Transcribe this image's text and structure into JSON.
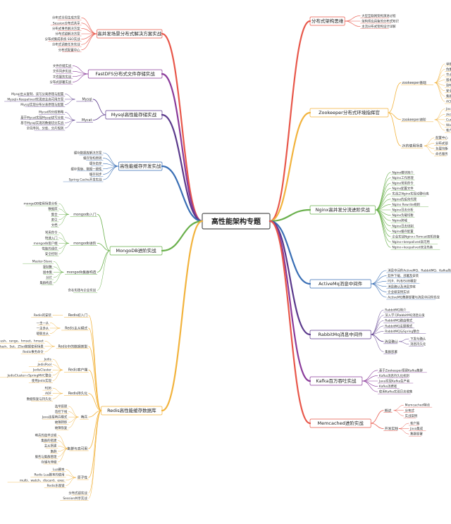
{
  "root": "高性能架构专题",
  "left": [
    {
      "label": "高并发场景分布式解决方案实战",
      "color": "#e8574a",
      "leaves": [
        "分布式全局生成方案",
        "Session分布式共享",
        "分布式事务解决方案",
        "分布式锁解决方案",
        "分布式集成系统 SSO实战",
        "分布式调度任务实战",
        "分布式配置中心"
      ]
    },
    {
      "label": "FastDFS分布式文件存储实战",
      "color": "#8a3b9a",
      "leaves": [
        "文件存储实战",
        "文件同步实战",
        "文件服务实战",
        "分布式部署实战"
      ]
    },
    {
      "label": "Mysql高性能存储实战",
      "color": "#5b3a8c",
      "groups": [
        {
          "name": "Mysql",
          "leaves": [
            "Mysql主从复制、读写分离原理与配置",
            "Mysql+Keepalived实现双主高可用方案",
            "Mysql实现分布分表原理与配置"
          ]
        },
        {
          "name": "Mycat",
          "leaves": [
            "Mycat的分库策略",
            "基于Mycat实现Mysql读写分离",
            "基于Mysql实现的数据切分实战",
            "全局序列、分库、分片规则"
          ]
        }
      ]
    },
    {
      "label": "高性能缓存开发实战",
      "color": "#3a6fb5",
      "leaves": [
        "缓存数据库解决方案",
        "缓存架构原则",
        "缓存击穿",
        "缓存雪崩、数据一致性",
        "缓存同步",
        "Spring Cache开发实战"
      ]
    },
    {
      "label": "MongoDB进阶实战",
      "color": "#6ab04c",
      "groups": [
        {
          "name": "mongodb入门",
          "leaves": [
            "mongoDB使用场景分析",
            "数据库",
            "集合",
            "索引",
            "文档"
          ]
        },
        {
          "name": "mongodb进阶",
          "leaves": [
            "常用命令",
            "快速入门",
            "mongodb客户端",
            "性能的调优",
            "安全控制"
          ]
        },
        {
          "name": "mongodb集群构造",
          "leaves": [
            "Master-Slave",
            "复制集",
            "副本集",
            "分片",
            "集群构造"
          ]
        },
        {
          "name": "",
          "leaves": [
            "命名实践与企业实战"
          ]
        }
      ]
    },
    {
      "label": "Redis高性能缓存数据库",
      "color": "#f2b33d",
      "groups": [
        {
          "name": "Redis初入门",
          "leaves": [
            "Redis的安装"
          ]
        },
        {
          "name": "Redis主从模式",
          "leaves": [
            "一主一从",
            "一主多从",
            "级联主从"
          ]
        },
        {
          "name": "Redis中的数据类型",
          "leaves": [
            "set、get、push、range、hmset、hmset",
            "String、List、Hash、Set、ZSet数据使用场景",
            "Redis事务命令"
          ]
        },
        {
          "name": "Redis客户端",
          "leaves": [
            "Jedis",
            "JedisPool",
            "JedisCluster",
            "JedisCluster+SpringMVC整合",
            "使用Jedis实现"
          ]
        },
        {
          "name": "Redis持久化",
          "leaves": [
            "RDB",
            "AOF",
            "数据恢复与持久化"
          ]
        },
        {
          "name": "哨兵",
          "leaves": [
            "选举原理",
            "监控下线",
            "Java连接哨兵模式",
            "故障转移",
            "故障恢复"
          ]
        },
        {
          "name": "集群与高可用",
          "leaves": [
            "哨兵的选举过程",
            "集群的搭建",
            "主从搭建",
            "集群",
            "服务与集群管理",
            "存储与伸缩"
          ]
        },
        {
          "name": "原子性",
          "leaves": [
            "Lua脚本",
            "Redis Lua脚本的使用",
            "multi、watch、discard、exec",
            "Redis乐观锁"
          ]
        },
        {
          "name": "",
          "leaves": [
            "分布式锁实战",
            "Session共享实战"
          ]
        }
      ]
    }
  ],
  "right": [
    {
      "label": "分布式架构思维",
      "color": "#e8574a",
      "leaves": [
        "大型互联网架构演进过程",
        "架构师应具备的分布式知识",
        "主流分布式架构设计详解"
      ]
    },
    {
      "label": "Zookeeper分布式环境指挥官",
      "color": "#f2b33d",
      "groups": [
        {
          "name": "zookeeper基础",
          "leaves": [
            "单机",
            "伪集群",
            "节点类型",
            "版本",
            "监听机制",
            "安全权限",
            "集群选举",
            "ACL"
          ]
        },
        {
          "name": "zookeeper进阶",
          "leaves": [
            "Java客户端",
            "zkclient",
            "Curator",
            "Watcher",
            "客户端与服务端交互"
          ]
        },
        {
          "name": "zk的使用场景",
          "leaves": [
            "配置中心",
            "分布式锁",
            "负载均衡",
            "命名服务"
          ]
        }
      ]
    },
    {
      "label": "Nginx高并发分流进阶实战",
      "color": "#6ab04c",
      "leaves": [
        "Nginx模块简介",
        "Nginx工作原理",
        "Nginx常用命令",
        "Nginx配置文件",
        "实战之Nginx实现动静分离",
        "Nginx的反向代理",
        "Nginx Rewrite规则",
        "Nginx日志分析",
        "Nginx负载均衡",
        "Nginx跨域",
        "Nginx日志切割",
        "Nginx缓存配置",
        "企业实战Nginx+Tomcat双机热备",
        "Nginx+keepalived高可用",
        "Nginx+keepalived双主热备"
      ]
    },
    {
      "label": "ActiveMq消息中间件",
      "color": "#3a6fb5",
      "leaves": [
        "消息中间件ActiveMQ、RabbitMQ、Kafka简介",
        "软件下载、部署及安装",
        "P2P、PUB/SUB模型",
        "消息确认及消息签收",
        "企业级案例实战",
        "ActiveMQ集群部署与消息中间件实战"
      ]
    },
    {
      "label": "RabbitMq消息中间件",
      "color": "#5b3a8c",
      "groups": [
        {
          "name": "",
          "leaves": [
            "RabbitMQ简介",
            "深入学习RabbitMQ消息分发",
            "RabbitMQ路由模式",
            "RabbitMQ主题模式",
            "RabbitMQ与Spring整合"
          ]
        },
        {
          "name": "消息确认",
          "leaves": [
            "下发与确认",
            "消息持久化"
          ]
        },
        {
          "name": "",
          "leaves": [
            "集群部署"
          ]
        }
      ]
    },
    {
      "label": "Kafka百万吞吐实战",
      "color": "#8a3b9a",
      "leaves": [
        "基于Zookeeper搭建Kafka集群",
        "Kafka消息持久化机制",
        "Java实现Kafka生产者",
        "Kafka消费者",
        "使用Kafka实现日志收集"
      ]
    },
    {
      "label": "Memcached进阶实战",
      "color": "#e8574a",
      "groups": [
        {
          "name": "概述",
          "leaves": [
            "Memcached特点",
            "分布式",
            "实战案例"
          ]
        },
        {
          "name": "开发实践",
          "leaves": [
            "客户端",
            "Java集成",
            "集群部署"
          ]
        }
      ]
    }
  ]
}
